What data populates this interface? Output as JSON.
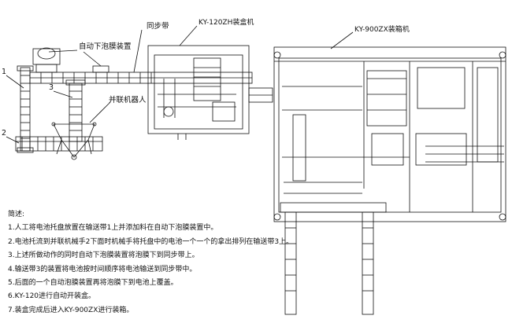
{
  "labels": {
    "sync_belt": "同步带",
    "boxing_machine": "KY-120ZH装盒机",
    "foam_device": "自动下泡膜装置",
    "case_packer": "KY-900ZX装箱机",
    "parallel_robot": "并联机器人",
    "marker_1": "1",
    "marker_2": "2",
    "marker_3": "3"
  },
  "description": {
    "title": "简述:",
    "steps": [
      "1.人工将电池托盘放置在输送带1上并添加料在自动下泡膜装置中。",
      "2.电池托流到并联机械手2下面时机械手将托盘中的电池一个一个的拿出排列在输送带3上。",
      "3.上述所做动作的同时自动下泡膜装置将泡膜下到同步带上。",
      "4.输送带3的装置将电池按时间顺序将电池输送到同步带中。",
      "5.后面的一个自动泡膜装置再将泡膜下到电池上覆盖。",
      "6.KY-120进行自动开装盒。",
      "7.装盒完成后进入KY-900ZX进行装箱。"
    ]
  }
}
